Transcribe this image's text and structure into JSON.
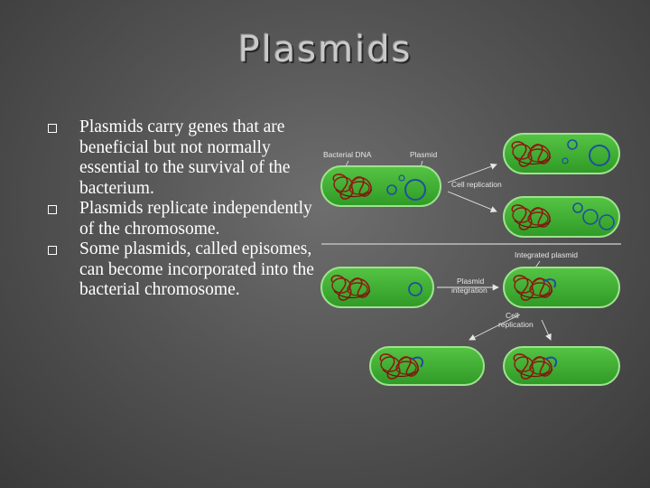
{
  "slide": {
    "title": "Plasmids",
    "bullets": [
      "Plasmids carry genes that are beneficial but not normally essential to the survival of the bacterium.",
      "Plasmids replicate independently of the chromosome.",
      "Some plasmids, called episomes, can become incorporated into the bacterial chromosome."
    ]
  },
  "diagram": {
    "labels": {
      "bacterial_dna": "Bacterial DNA",
      "plasmid": "Plasmid",
      "cell_replication_top": "Cell replication",
      "integrated_plasmid": "Integrated plasmid",
      "plasmid_integration_1": "Plasmid",
      "plasmid_integration_2": "integration",
      "cell_replication_bottom_1": "Cell",
      "cell_replication_bottom_2": "replication"
    },
    "colors": {
      "cell_fill": "#3fae32",
      "cell_border": "#9ee38e",
      "chromosome": "#8c1a10",
      "plasmid": "#1d4fa0"
    }
  }
}
